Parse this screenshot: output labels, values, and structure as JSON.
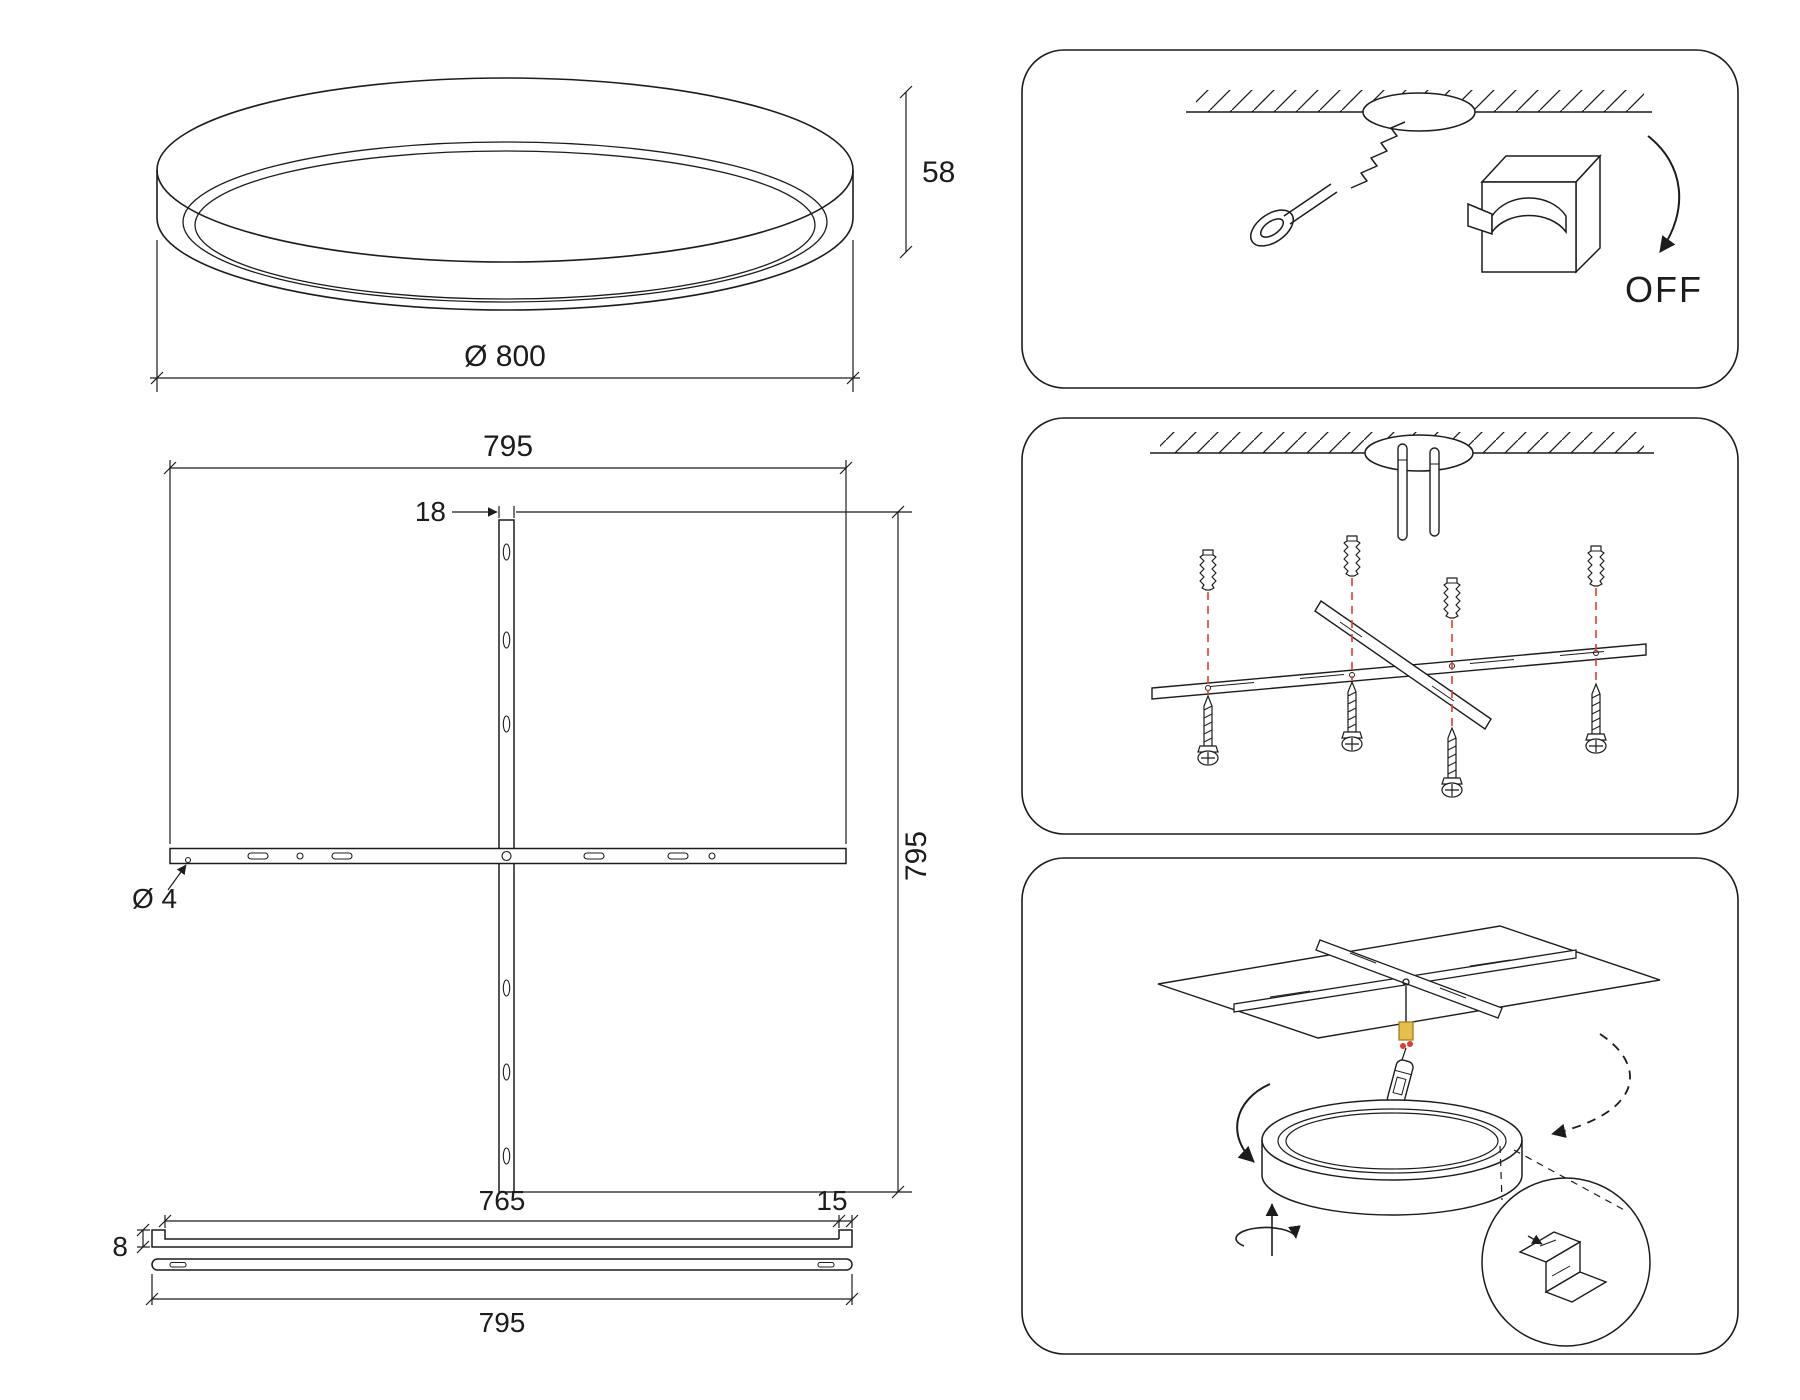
{
  "sheet": {
    "type": "ceiling-lamp-installation-diagram",
    "colors": {
      "line": "#1c1c1c",
      "accent_red": "#e03c31",
      "accent_yellow": "#e7bd4b",
      "background": "#ffffff"
    }
  },
  "lamp_view": {
    "diameter": "Ø 800",
    "height": "58"
  },
  "cross_view": {
    "width": "795",
    "bar_width": "18",
    "height": "795",
    "hole": "Ø 4"
  },
  "side_view": {
    "inner_length": "765",
    "end_length": "15",
    "thickness": "8",
    "total_length": "795"
  },
  "steps": {
    "step1": {
      "switch_state": "OFF"
    }
  }
}
